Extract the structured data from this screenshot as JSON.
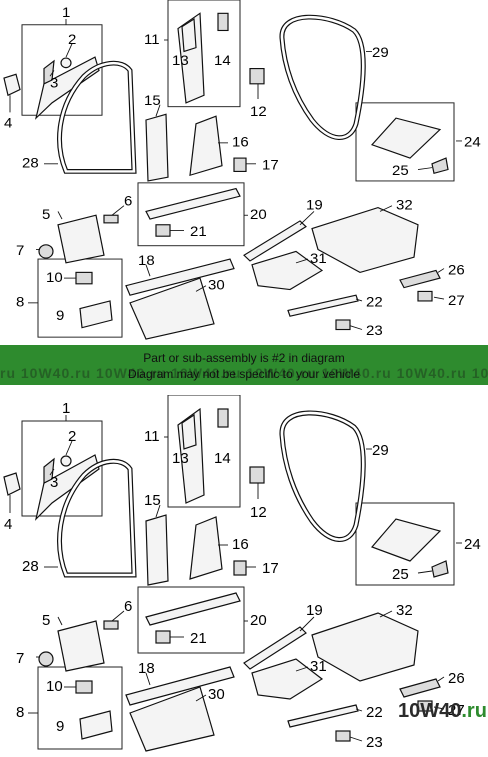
{
  "diagram": {
    "callouts": [
      "1",
      "2",
      "3",
      "4",
      "5",
      "6",
      "7",
      "8",
      "9",
      "10",
      "11",
      "12",
      "13",
      "14",
      "15",
      "16",
      "17",
      "18",
      "19",
      "20",
      "21",
      "22",
      "23",
      "24",
      "25",
      "26",
      "27",
      "28",
      "29",
      "30",
      "31",
      "32"
    ]
  },
  "banner": {
    "line1": "Part or sub-assembly is #2 in diagram",
    "line2": "Diagram may not be specific to your vehicle",
    "watermark": "ru 10W40.ru 10W40.ru 10W40.ru 10W40.ru 10W40.ru 10W40.ru 10W40.ru"
  },
  "logo": {
    "main": "10W40",
    "suffix": ".ru"
  }
}
